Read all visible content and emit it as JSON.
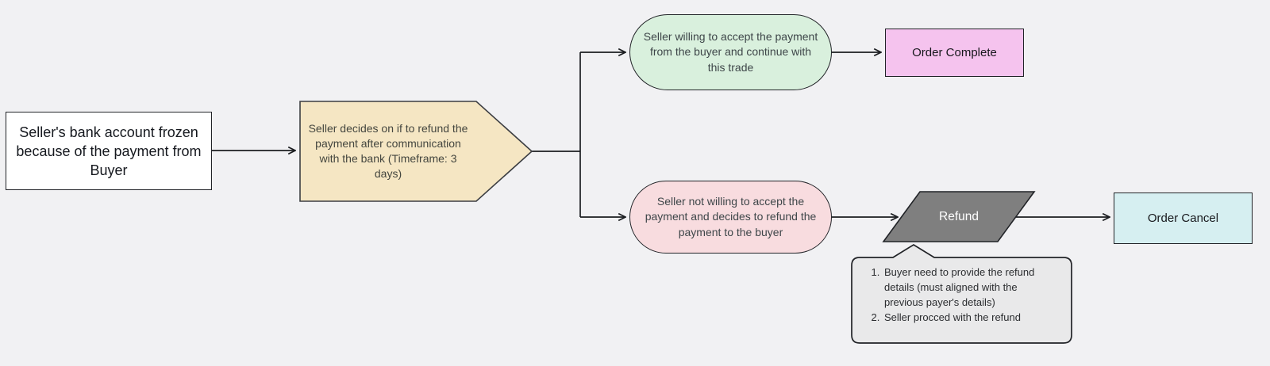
{
  "diagram": {
    "background_color": "#f1f1f3",
    "connector_color": "#1b1d20",
    "nodes": {
      "start": {
        "label": "Seller's bank account frozen because of the payment from Buyer",
        "fill": "#ffffff",
        "shape": "rectangle"
      },
      "decision": {
        "label": "Seller decides on if to refund the payment after communication with the bank (Timeframe: 3 days)",
        "fill": "#f5e6c3",
        "shape": "pentagon-arrow"
      },
      "accept_branch": {
        "label": "Seller willing to accept the payment from the buyer and continue with this trade",
        "fill": "#d9f0dd",
        "shape": "stadium"
      },
      "order_complete": {
        "label": "Order Complete",
        "fill": "#f5c3ee",
        "shape": "rectangle"
      },
      "reject_branch": {
        "label": "Seller not willing to accept the payment and decides to refund the payment to the buyer",
        "fill": "#f8dcdf",
        "shape": "stadium"
      },
      "refund": {
        "label": "Refund",
        "fill": "#7f7f7f",
        "text_color": "#ffffff",
        "shape": "parallelogram"
      },
      "order_cancel": {
        "label": "Order Cancel",
        "fill": "#d6eff1",
        "shape": "rectangle"
      },
      "refund_note": {
        "fill": "#e9e9ea",
        "shape": "callout",
        "items": [
          "Buyer need to provide the refund details (must aligned with the previous payer's details)",
          "Seller procced with the refund"
        ]
      }
    }
  }
}
